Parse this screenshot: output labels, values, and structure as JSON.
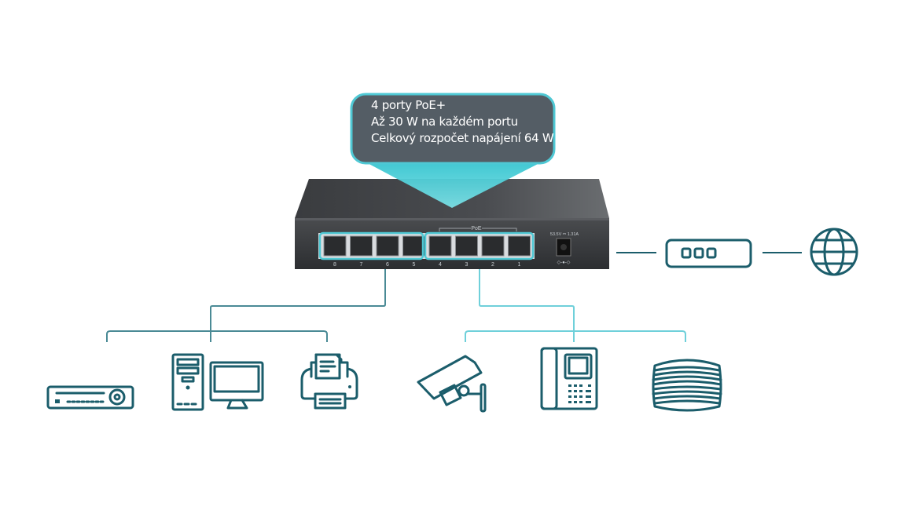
{
  "callout": {
    "lines": [
      "4 porty PoE+",
      "Až 30 W na každém portu",
      "Celkový rozpočet napájení 64 W"
    ]
  },
  "switch": {
    "poe_label": "PoE",
    "power_label": "53.5V ⎓ 1.31A",
    "ports": [
      "8",
      "7",
      "6",
      "5",
      "4",
      "3",
      "2",
      "1"
    ]
  },
  "colors": {
    "icon": "#1b5d6b",
    "highlight": "#4fc8d4",
    "callout_bg": "#545d65",
    "left_line": "#4a8a95",
    "right_line": "#6fd0da"
  },
  "devices": {
    "non_poe": [
      "nvr-icon",
      "desktop-pc-icon",
      "printer-icon"
    ],
    "poe": [
      "ip-camera-icon",
      "ip-phone-icon",
      "access-point-icon"
    ],
    "uplink": [
      "router-icon",
      "internet-globe-icon"
    ]
  }
}
